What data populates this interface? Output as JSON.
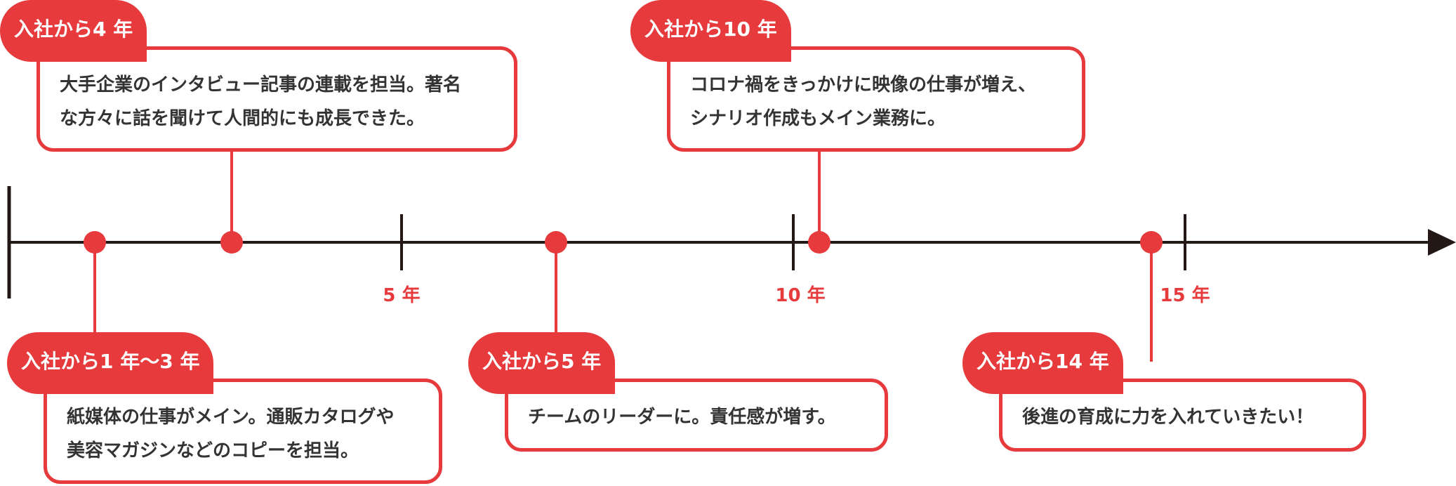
{
  "colors": {
    "accent": "#e63a3c",
    "axis": "#231815",
    "text": "#333333"
  },
  "timeline": {
    "tick_labels": [
      "5 年",
      "10 年",
      "15 年"
    ]
  },
  "events": [
    {
      "tag": "入社から4 年",
      "lines": [
        "大手企業のインタビュー記事の連載を担当。著名",
        "な方々に話を聞けて人間的にも成長できた。"
      ]
    },
    {
      "tag": "入社から10 年",
      "lines": [
        "コロナ禍をきっかけに映像の仕事が増え、",
        "シナリオ作成もメイン業務に。"
      ]
    },
    {
      "tag": "入社から1 年〜3 年",
      "lines": [
        "紙媒体の仕事がメイン。通販カタログや",
        "美容マガジンなどのコピーを担当。"
      ]
    },
    {
      "tag": "入社から5 年",
      "lines": [
        "チームのリーダーに。責任感が増す。"
      ]
    },
    {
      "tag": "入社から14 年",
      "lines": [
        "後進の育成に力を入れていきたい！"
      ]
    }
  ]
}
